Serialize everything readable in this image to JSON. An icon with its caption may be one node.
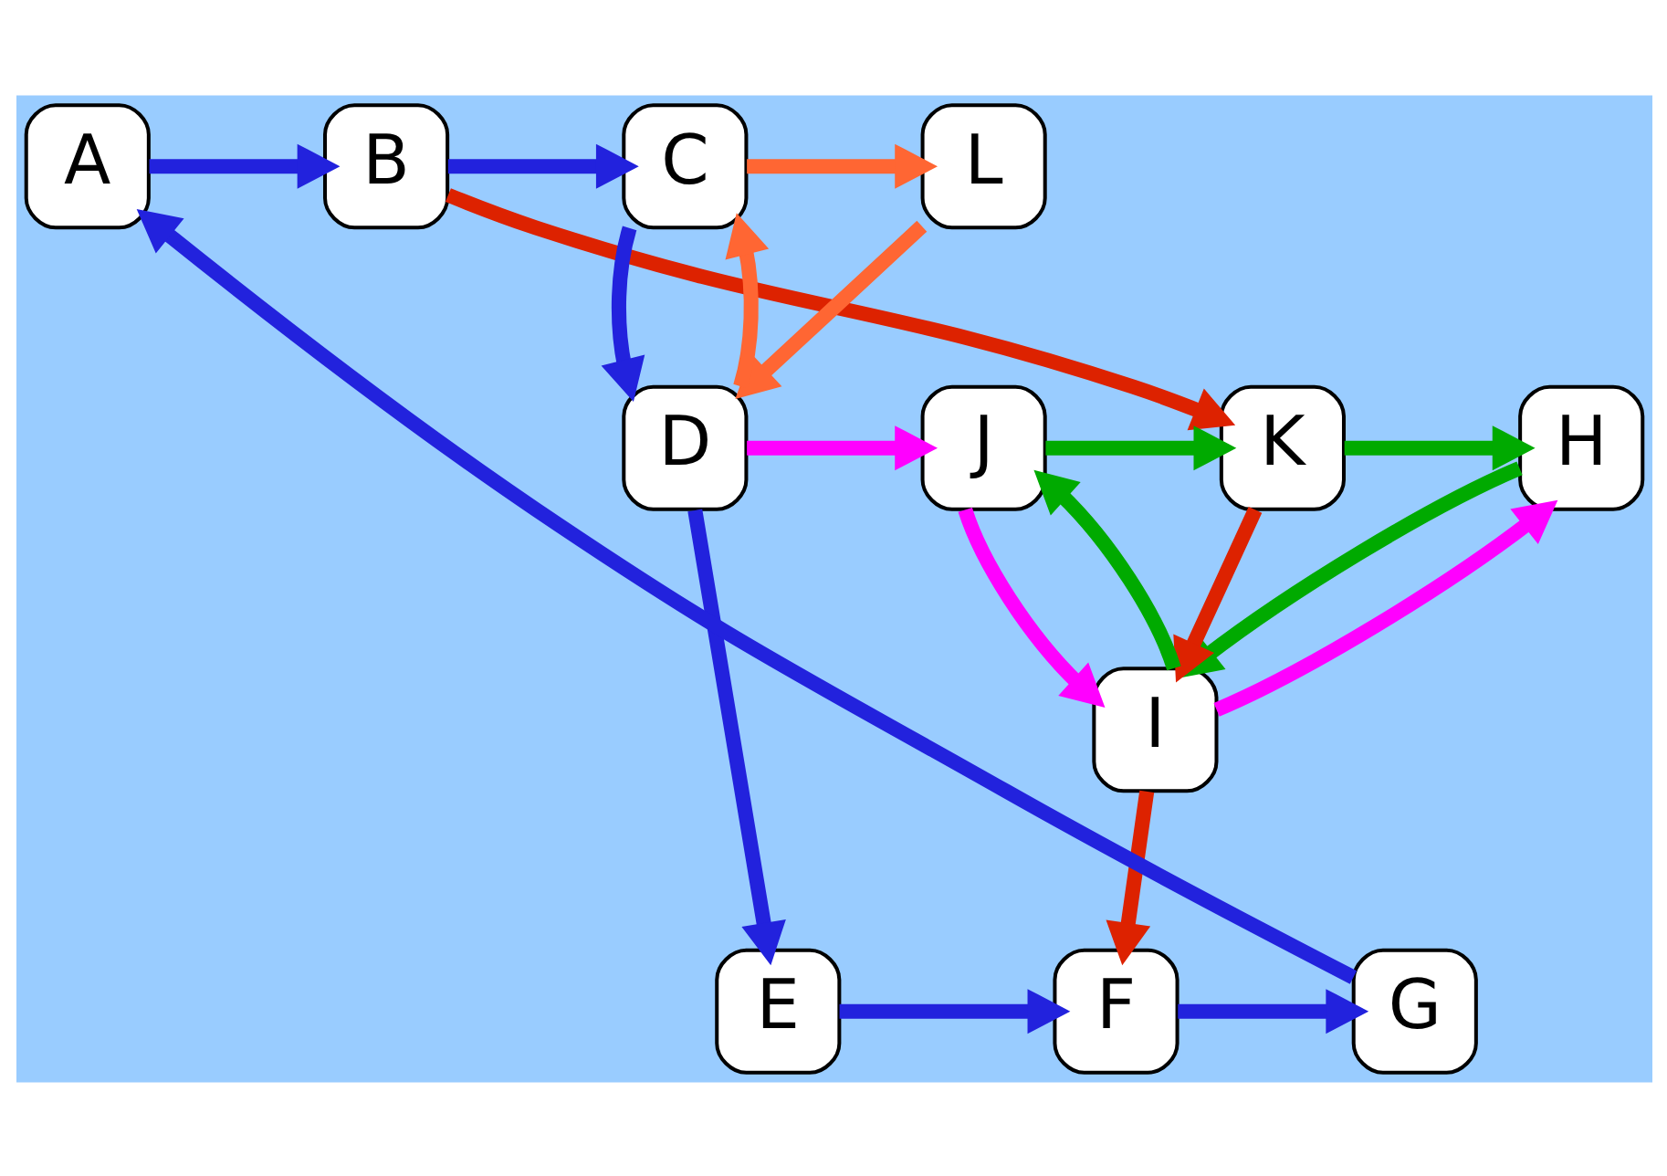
{
  "diagram": {
    "nodes": [
      {
        "text": [
          "A"
        ]
      },
      {
        "text": [
          "B"
        ]
      },
      {
        "text": [
          "C"
        ]
      },
      {
        "text": [
          "L"
        ]
      },
      {
        "text": [
          "H"
        ]
      },
      {
        "text": [
          "K"
        ]
      },
      {
        "text": [
          "J"
        ]
      },
      {
        "text": [
          "D"
        ]
      },
      {
        "text": [
          "I"
        ]
      },
      {
        "text": [
          "G"
        ]
      },
      {
        "text": [
          "F"
        ]
      },
      {
        "text": [
          "E"
        ]
      }
    ],
    "edges": [
      {
        "from": 0,
        "to": 1,
        "arrow": "to"
      },
      {
        "from": 1,
        "to": 2,
        "arrow": "to"
      },
      {
        "from": 2,
        "to": 7,
        "arrow": "to"
      },
      {
        "from": 7,
        "to": 11,
        "arrow": "to"
      },
      {
        "from": 11,
        "to": 10,
        "arrow": "to"
      },
      {
        "from": 10,
        "to": 9,
        "arrow": "to"
      },
      {
        "from": 9,
        "to": 0,
        "arrow": "to"
      },
      {
        "from": 2,
        "to": 3,
        "arrow": "to",
        "color": "#ff6633"
      },
      {
        "from": 3,
        "to": 7,
        "arrow": "to",
        "color": "#ff6633"
      },
      {
        "from": 7,
        "to": 2,
        "arrow": "to",
        "color": "#ff6633"
      },
      {
        "from": 1,
        "to": 5,
        "arrow": "to",
        "color": "#dd2200"
      },
      {
        "from": 5,
        "to": 8,
        "arrow": "to",
        "color": "#dd2200"
      },
      {
        "from": 8,
        "to": 10,
        "arrow": "to",
        "color": "#dd2200"
      },
      {
        "from": 6,
        "to": 5,
        "arrow": "to",
        "color": "#00aa00"
      },
      {
        "from": 5,
        "to": 4,
        "arrow": "to",
        "color": "#00aa00"
      },
      {
        "from": 4,
        "to": 8,
        "arrow": "to",
        "color": "#00aa00"
      },
      {
        "from": 8,
        "to": 6,
        "arrow": "to",
        "color": "#00aa00"
      },
      {
        "from": 7,
        "to": 6,
        "arrow": "to",
        "color": "#ff00ff"
      },
      {
        "from": 8,
        "to": 4,
        "arrow": "to",
        "color": "#ff00ff"
      },
      {
        "from": 6,
        "to": 8,
        "arrow": "to",
        "color": "#ff00ff"
      }
    ]
  }
}
